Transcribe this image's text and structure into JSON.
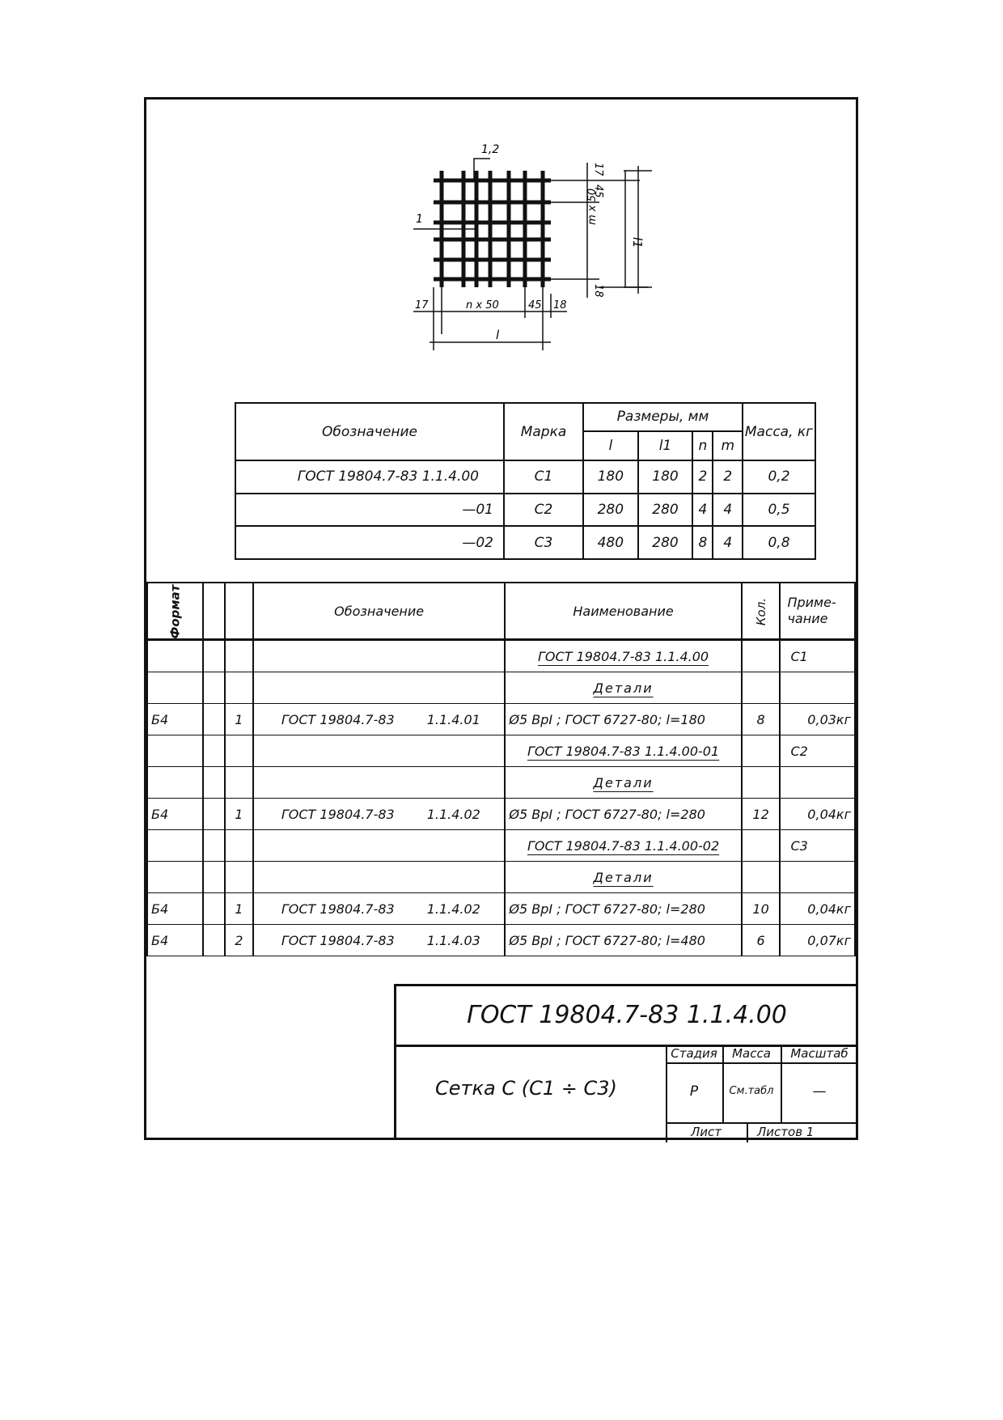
{
  "sketch": {
    "pos12": "1,2",
    "pos1": "1",
    "d17top": "17",
    "d45v": "45",
    "mx50": "m x 50",
    "l1": "l1",
    "d18v": "18",
    "d17h": "17",
    "nx50": "n x 50",
    "d45h": "45",
    "d18h": "18",
    "l": "l"
  },
  "sizes_table": {
    "h_designation": "Обозначение",
    "h_mark": "Марка",
    "h_dims": "Размеры, мм",
    "h_mass": "Масса, кг",
    "sub": [
      "l",
      "l1",
      "n",
      "m"
    ],
    "rows": [
      {
        "designation": "ГОСТ 19804.7-83    1.1.4.00",
        "mark": "С1",
        "l": "180",
        "l1": "180",
        "n": "2",
        "m": "2",
        "mass": "0,2"
      },
      {
        "designation": "—01",
        "mark": "С2",
        "l": "280",
        "l1": "280",
        "n": "4",
        "m": "4",
        "mass": "0,5"
      },
      {
        "designation": "—02",
        "mark": "С3",
        "l": "480",
        "l1": "280",
        "n": "8",
        "m": "4",
        "mass": "0,8"
      }
    ]
  },
  "spec_table": {
    "h_format": "Формат",
    "h_designation": "Обозначение",
    "h_name": "Наименование",
    "h_qty": "Кол.",
    "h_note": "Приме-чание",
    "rows": [
      {
        "fmt": "",
        "pos": "",
        "des1": "",
        "des2": "",
        "name": "ГОСТ 19804.7-83 1.1.4.00",
        "qty": "",
        "note": "С1",
        "kind": "assembly"
      },
      {
        "fmt": "",
        "pos": "",
        "des1": "",
        "des2": "",
        "name": "Детали",
        "qty": "",
        "note": "",
        "kind": "section"
      },
      {
        "fmt": "Б4",
        "pos": "1",
        "des1": "ГОСТ 19804.7-83",
        "des2": "1.1.4.01",
        "name": "Ø5 ВрI ; ГОСТ 6727-80; l=180",
        "qty": "8",
        "note": "0,03кг",
        "kind": "part"
      },
      {
        "fmt": "",
        "pos": "",
        "des1": "",
        "des2": "",
        "name": "ГОСТ 19804.7-83 1.1.4.00-01",
        "qty": "",
        "note": "С2",
        "kind": "assembly"
      },
      {
        "fmt": "",
        "pos": "",
        "des1": "",
        "des2": "",
        "name": "Детали",
        "qty": "",
        "note": "",
        "kind": "section"
      },
      {
        "fmt": "Б4",
        "pos": "1",
        "des1": "ГОСТ 19804.7-83",
        "des2": "1.1.4.02",
        "name": "Ø5 ВрI ; ГОСТ 6727-80; l=280",
        "qty": "12",
        "note": "0,04кг",
        "kind": "part"
      },
      {
        "fmt": "",
        "pos": "",
        "des1": "",
        "des2": "",
        "name": "ГОСТ 19804.7-83 1.1.4.00-02",
        "qty": "",
        "note": "С3",
        "kind": "assembly"
      },
      {
        "fmt": "",
        "pos": "",
        "des1": "",
        "des2": "",
        "name": "Детали",
        "qty": "",
        "note": "",
        "kind": "section"
      },
      {
        "fmt": "Б4",
        "pos": "1",
        "des1": "ГОСТ 19804.7-83",
        "des2": "1.1.4.02",
        "name": "Ø5 ВрI ; ГОСТ 6727-80; l=280",
        "qty": "10",
        "note": "0,04кг",
        "kind": "part"
      },
      {
        "fmt": "Б4",
        "pos": "2",
        "des1": "ГОСТ 19804.7-83",
        "des2": "1.1.4.03",
        "name": "Ø5 ВрI ; ГОСТ 6727-80; l=480",
        "qty": "6",
        "note": "0,07кг",
        "kind": "part"
      }
    ]
  },
  "title_block": {
    "doc_code": "ГОСТ 19804.7-83    1.1.4.00",
    "name": "Сетка С (С1 ÷ С3)",
    "h_stage": "Стадия",
    "h_mass": "Масса",
    "h_scale": "Масштаб",
    "stage": "Р",
    "mass": "См.табл",
    "scale": "—",
    "sheet_label": "Лист",
    "sheets_label": "Листов 1"
  }
}
